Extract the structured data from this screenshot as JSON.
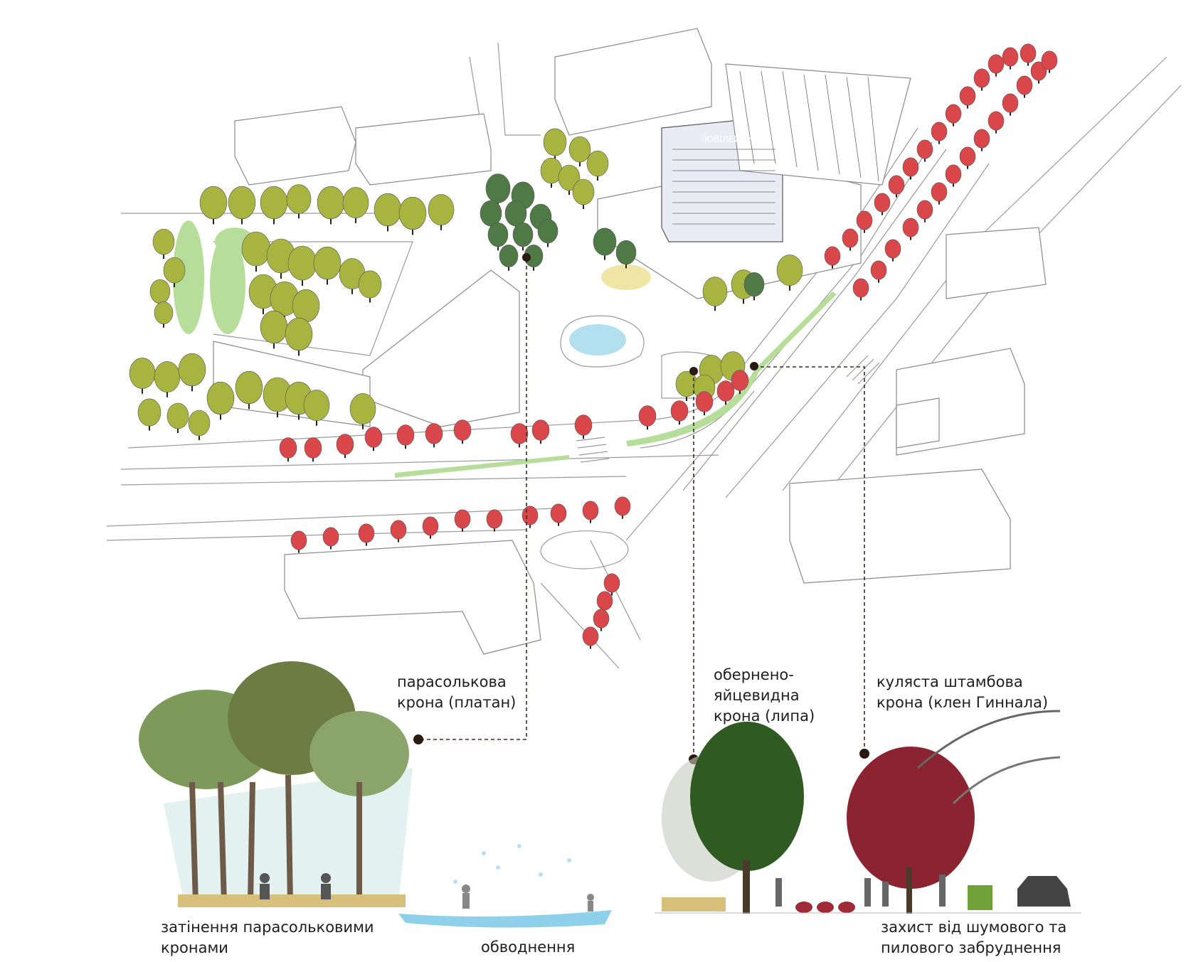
{
  "hotel_sign": "ЮВІЛЕЙНИЙ",
  "callouts": {
    "umbrella": {
      "line1": "парасолькова",
      "line2": "крона (платан)"
    },
    "obovate": {
      "line1": "обернено-",
      "line2": "яйцевидна",
      "line3": "крона (липа)"
    },
    "spherical": {
      "line1": "куляста штамбова",
      "line2": "крона (клен Гиннала)"
    }
  },
  "captions": {
    "shading": {
      "line1": "затінення парасольковими",
      "line2": "кронами"
    },
    "watering": {
      "line1": "обводнення"
    },
    "protection": {
      "line1": "захист від шумового та",
      "line2": "пилового забруднення"
    }
  },
  "colors": {
    "olive_crown": "#a8b440",
    "dark_crown": "#4f7a46",
    "red_crown": "#d9474a",
    "lawn": "#b7dd9a",
    "water": "#b3e0ef",
    "linden": "#2f5a22",
    "maple": "#8c2330"
  }
}
